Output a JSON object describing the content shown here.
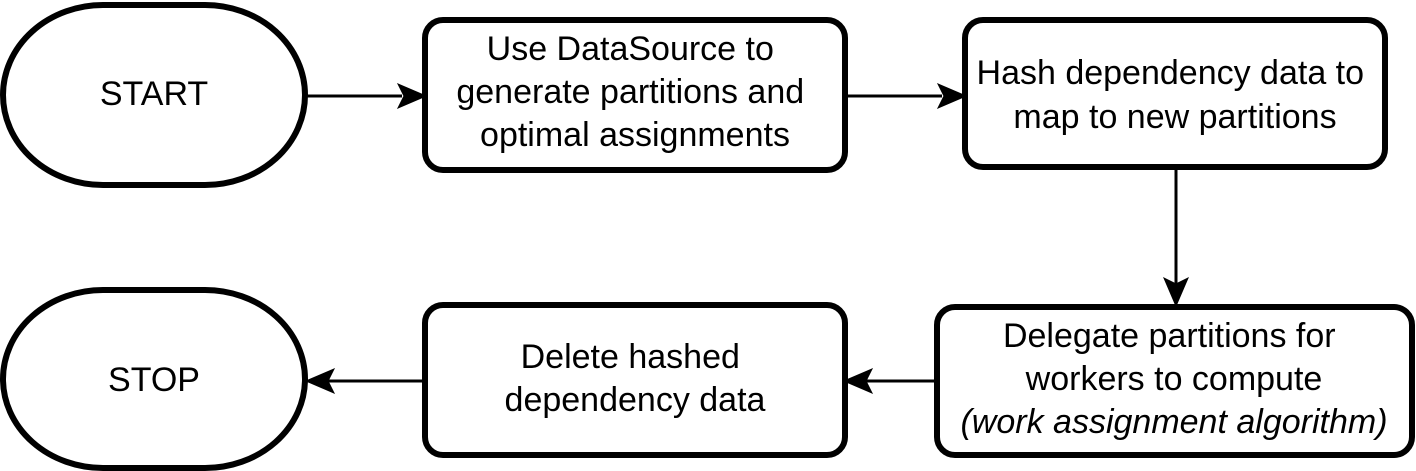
{
  "nodes": {
    "start": {
      "shape": "terminator",
      "lines": [
        "START"
      ]
    },
    "generate": {
      "shape": "process",
      "lines": [
        "Use DataSource to",
        "generate partitions and",
        "optimal assignments"
      ]
    },
    "hash": {
      "shape": "process",
      "lines": [
        "Hash dependency data to",
        "map to new partitions"
      ]
    },
    "delegate": {
      "shape": "process",
      "lines": [
        "Delegate partitions for",
        "workers to compute",
        "(work assignment algorithm)"
      ]
    },
    "delete": {
      "shape": "process",
      "lines": [
        "Delete hashed",
        "dependency data"
      ]
    },
    "stop": {
      "shape": "terminator",
      "lines": [
        "STOP"
      ]
    }
  },
  "edges": [
    {
      "from": "start",
      "to": "generate"
    },
    {
      "from": "generate",
      "to": "hash"
    },
    {
      "from": "hash",
      "to": "delegate"
    },
    {
      "from": "delegate",
      "to": "delete"
    },
    {
      "from": "delete",
      "to": "stop"
    }
  ],
  "colors": {
    "stroke": "#000000",
    "fill": "#ffffff",
    "text": "#000000"
  }
}
